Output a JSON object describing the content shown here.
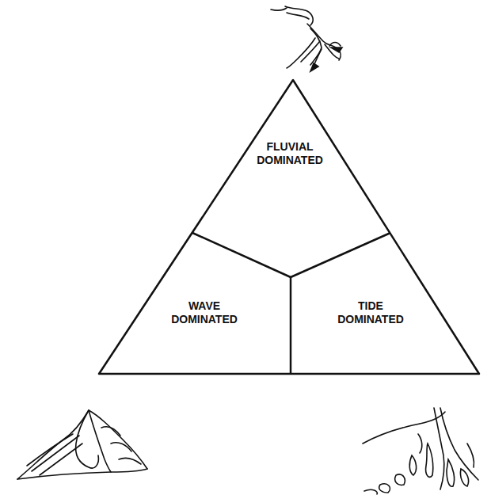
{
  "diagram": {
    "nodes": [
      {
        "text": [
          "FLUVIAL DOMINATED"
        ]
      },
      {
        "text": [
          "WAVE DOMINATED"
        ]
      },
      {
        "text": [
          "TIDE DOMINATED"
        ]
      }
    ]
  }
}
